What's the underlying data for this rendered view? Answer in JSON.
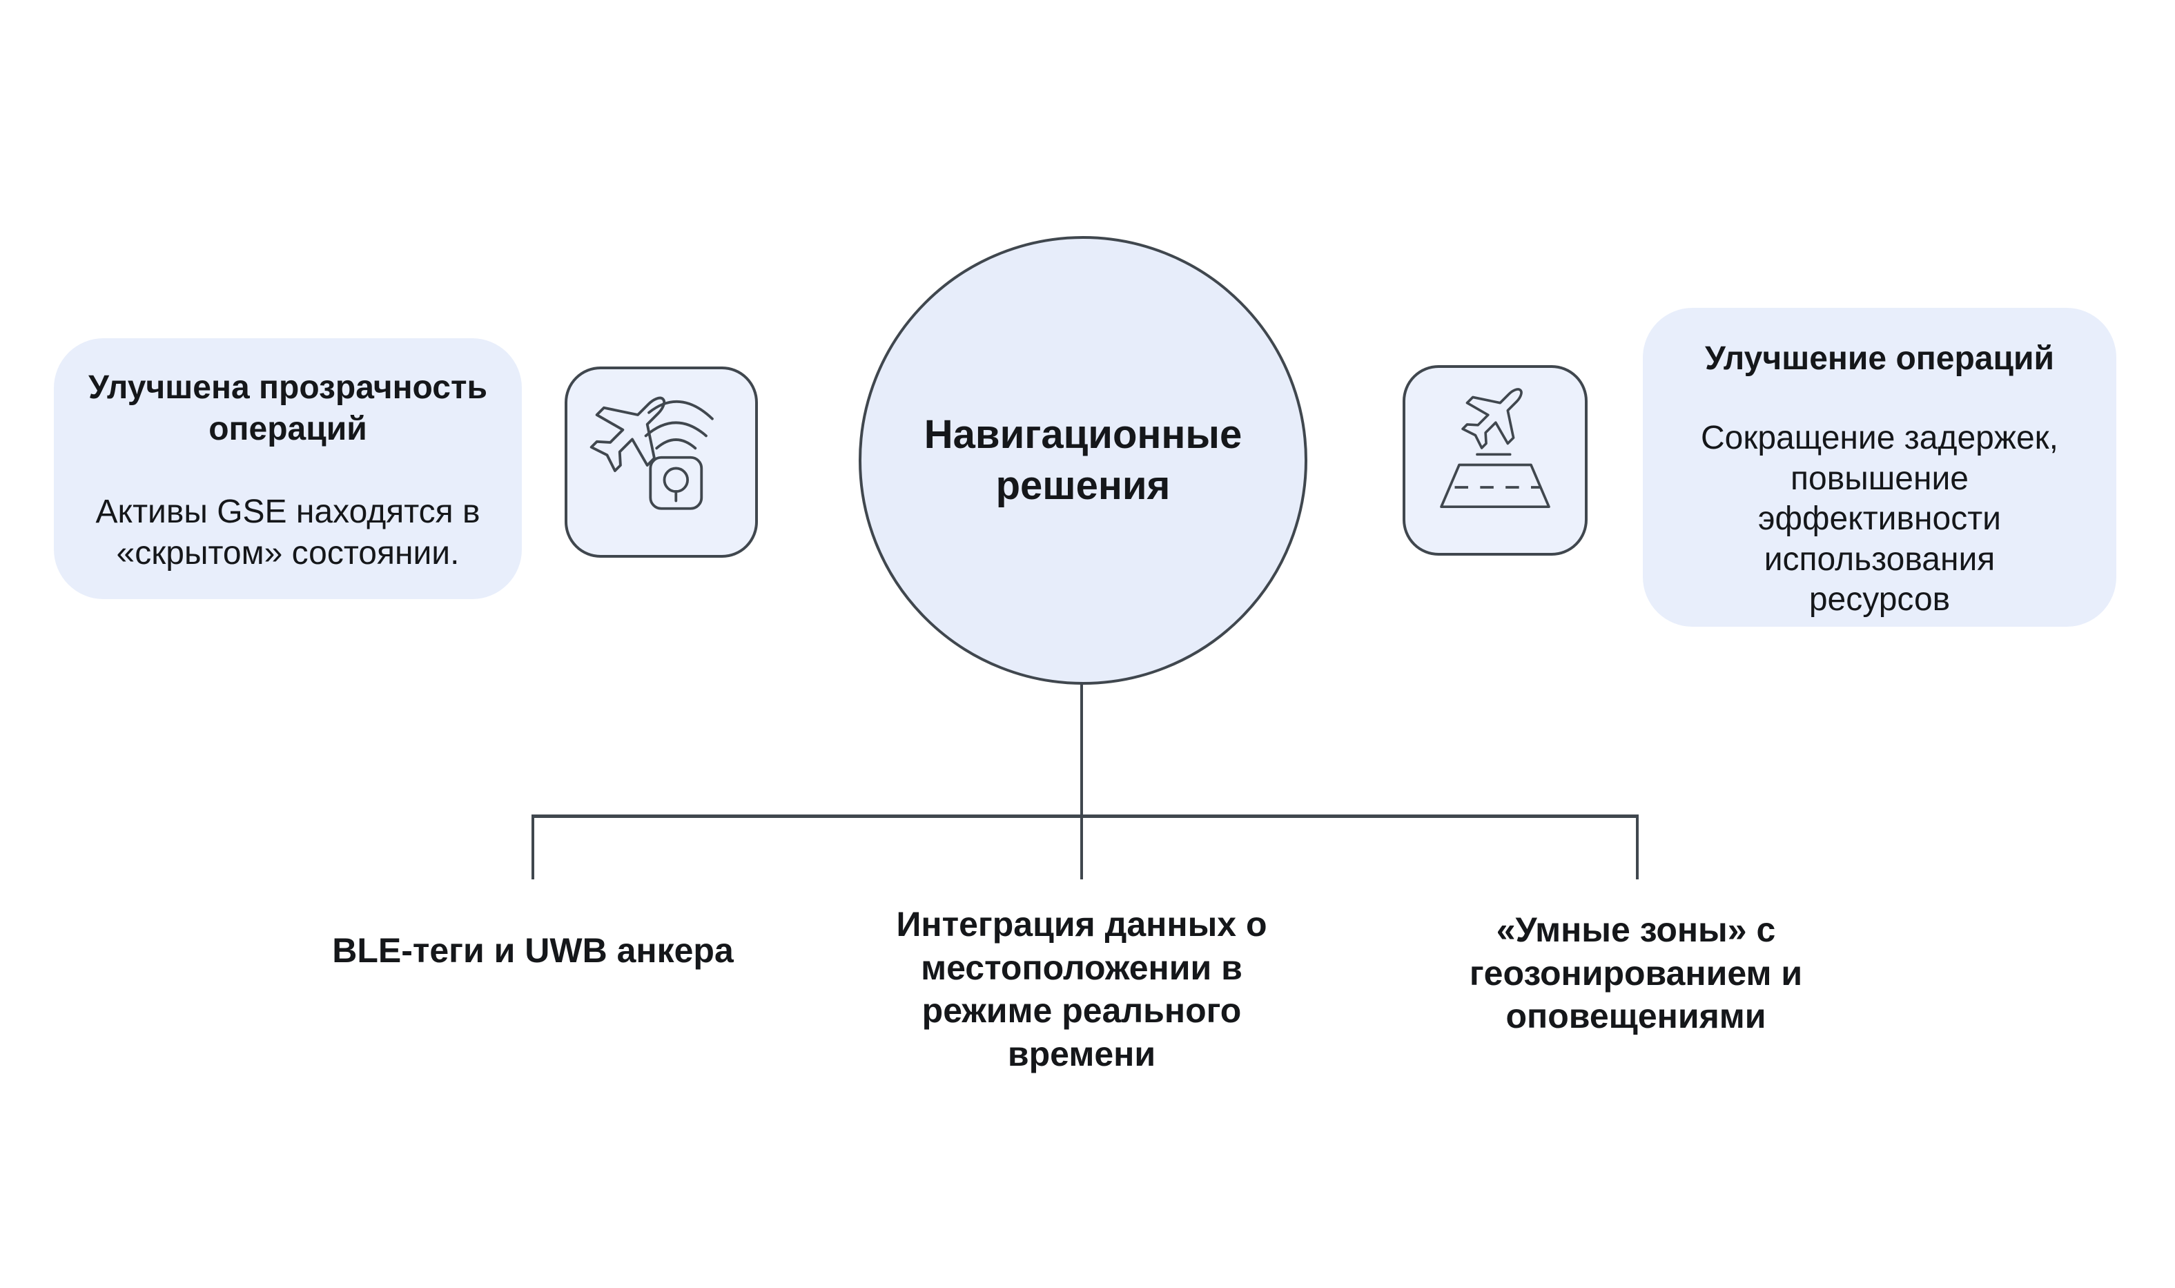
{
  "colors": {
    "background": "#ffffff",
    "card_bg": "#e8eefb",
    "tile_bg": "#ecf1fc",
    "circle_bg": "#e7edfa",
    "stroke": "#40474e",
    "text": "#15171a"
  },
  "center": {
    "title": "Навигационные\nрешения"
  },
  "left_card": {
    "title": "Улучшена прозрачность\nопераций",
    "body": "Активы GSE находятся в\n«скрытом» состоянии."
  },
  "right_card": {
    "title": "Улучшение операций",
    "body": "Сокращение задержек,\nповышение\nэффективности\nиспользования\nресурсов"
  },
  "icons": {
    "left": "plane-tracking-icon",
    "right": "plane-takeoff-runway-icon"
  },
  "branches": [
    {
      "label": "BLE-теги и UWB анкера"
    },
    {
      "label": "Интеграция данных о\nместоположении в\nрежиме реального\nвремени"
    },
    {
      "label": "«Умные зоны» с\nгеозонированием и\nоповещениями"
    }
  ]
}
